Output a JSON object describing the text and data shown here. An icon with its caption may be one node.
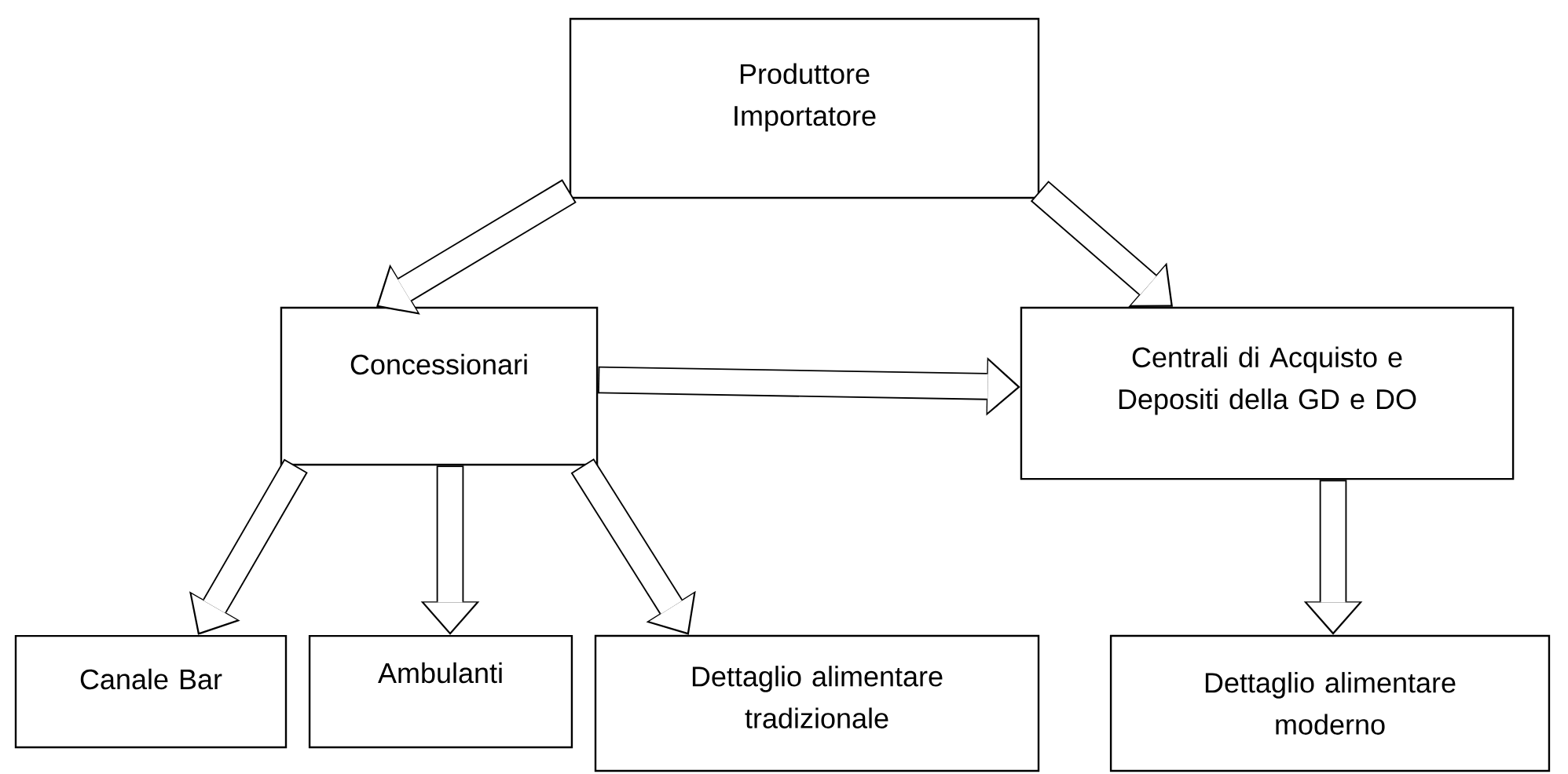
{
  "diagram": {
    "nodes": [
      {
        "text": [
          "Produttore Importatore"
        ]
      },
      {
        "text": [
          "Concessionari"
        ]
      },
      {
        "text": [
          "Centrali di Acquisto e Depositi della GD e DO"
        ]
      },
      {
        "text": [
          "Canale Bar"
        ]
      },
      {
        "text": [
          "Ambulanti"
        ]
      },
      {
        "text": [
          "Dettaglio alimentare tradizionale"
        ]
      },
      {
        "text": [
          "Dettaglio alimentare moderno"
        ]
      }
    ],
    "edges": [
      {
        "from": 0,
        "to": 1,
        "arrow": "to"
      },
      {
        "from": 0,
        "to": 2,
        "arrow": "to"
      },
      {
        "from": 1,
        "to": 2,
        "arrow": "to"
      },
      {
        "from": 1,
        "to": 3,
        "arrow": "to"
      },
      {
        "from": 1,
        "to": 4,
        "arrow": "to"
      },
      {
        "from": 1,
        "to": 5,
        "arrow": "to"
      },
      {
        "from": 2,
        "to": 6,
        "arrow": "to"
      }
    ]
  }
}
